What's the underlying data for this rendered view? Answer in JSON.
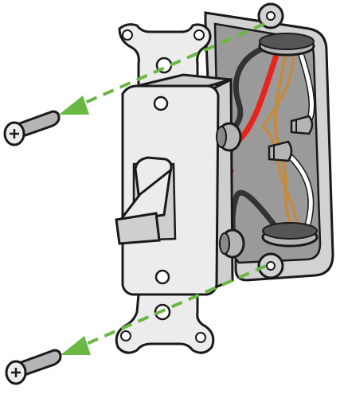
{
  "illustration": {
    "subject": "light-switch-installation",
    "parts": [
      {
        "name": "electrical-box",
        "icon": "junction-box-icon"
      },
      {
        "name": "switch-body",
        "icon": "toggle-switch-icon"
      },
      {
        "name": "mounting-screw-top",
        "icon": "screw-icon"
      },
      {
        "name": "mounting-screw-bottom",
        "icon": "screw-icon"
      },
      {
        "name": "wire-connector-1",
        "icon": "wire-nut-icon"
      },
      {
        "name": "wire-connector-2",
        "icon": "wire-nut-icon"
      }
    ],
    "colors": {
      "outline": "#1a1a1a",
      "box_fill": "#d2d2d2",
      "box_inner": "#9a9a9a",
      "plate_fill": "#ececec",
      "plate_shade": "#cfcfcf",
      "wire_red": "#e8231b",
      "wire_black": "#333333",
      "wire_white": "#ffffff",
      "wire_copper": "#c68a3c",
      "arrow_green": "#6ab744",
      "terminal_grey": "#b5b5b5"
    }
  }
}
